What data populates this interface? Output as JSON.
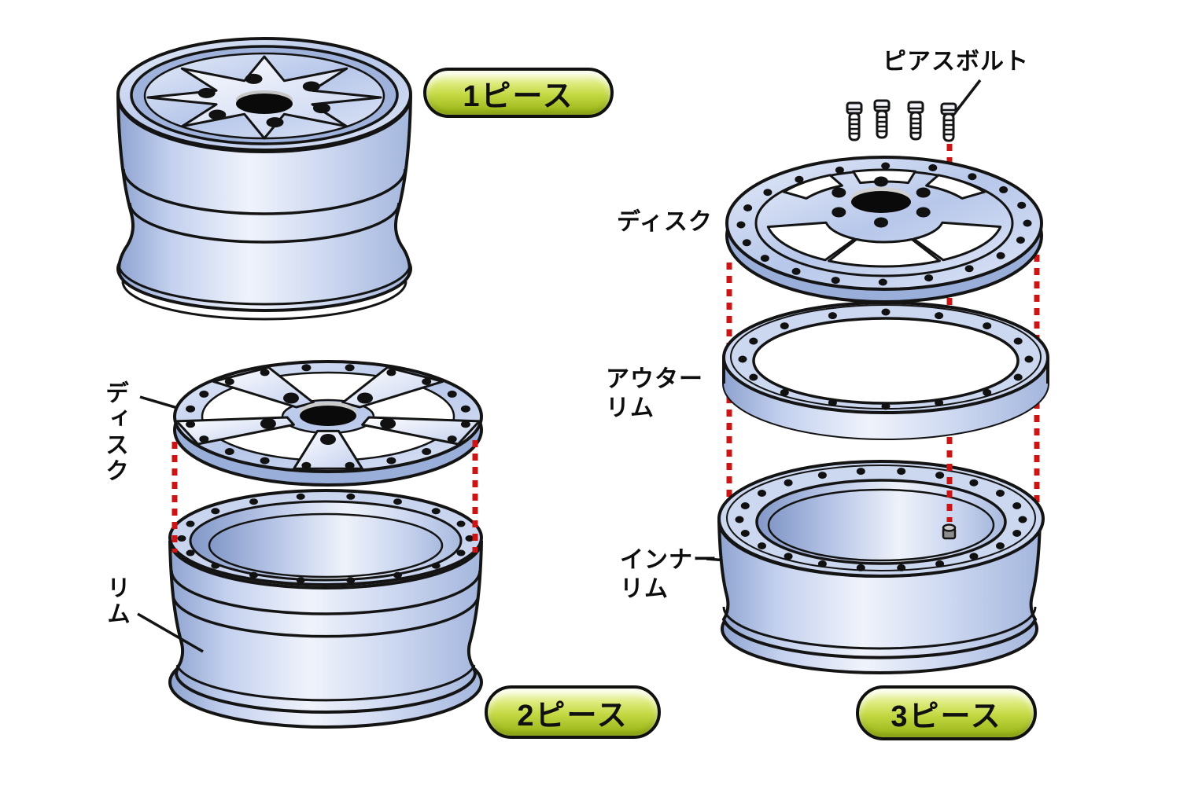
{
  "badges": {
    "one_piece": "1ピース",
    "two_piece": "2ピース",
    "three_piece": "3ピース"
  },
  "labels": {
    "pierce_bolt": "ピアスボルト",
    "disc_three_piece": "ディスク",
    "outer_rim_line1": "アウター",
    "outer_rim_line2": "リム",
    "inner_rim_line1": "インナー",
    "inner_rim_line2": "リム",
    "disc_two_piece": "ディスク",
    "rim_two_piece": "リム"
  },
  "colors": {
    "outline": "#141414",
    "wheel_light": "#f0f3fb",
    "wheel_mid": "#b9c8ea",
    "wheel_dark": "#8ea3d0",
    "guide_red": "#cc1414",
    "badge_top": "#f5fad2",
    "badge_bottom": "#9cb71a",
    "background": "#ffffff"
  }
}
